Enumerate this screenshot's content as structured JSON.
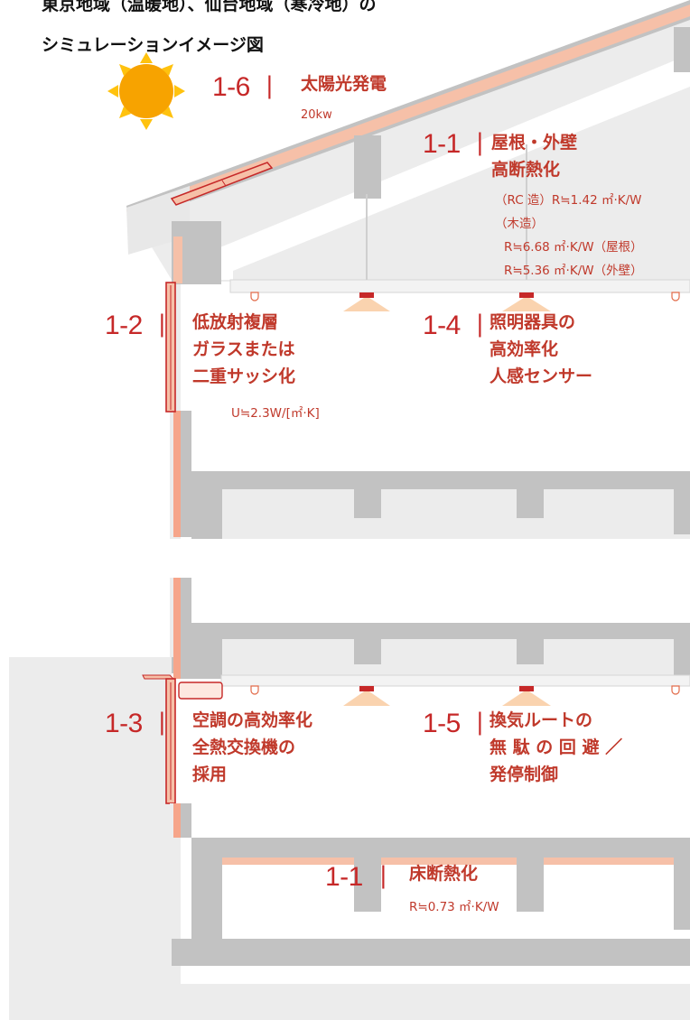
{
  "header": {
    "line1": "東京地域（温暖地）、仙台地域（寒冷地）の",
    "line2": "シミュレーションイメージ図"
  },
  "icons": {
    "sun": "sun-icon"
  },
  "colors": {
    "accent": "#c62828",
    "insulation": "#f6c0a8",
    "structure": "#c2c2c2",
    "wall_light": "#ececec",
    "light_glow": "#f5a623",
    "text_dark": "#111111"
  },
  "callouts": {
    "solar": {
      "number": "1-6",
      "bar": "|",
      "title": "太陽光発電",
      "detail": "20kw"
    },
    "roof": {
      "number": "1-1",
      "bar": "|",
      "title_line1": "屋根・外壁",
      "title_line2": "高断熱化",
      "detail": [
        "（RC 造）R≒1.42 ㎡·K/W",
        "（木造）",
        "R≒6.68 ㎡·K/W（屋根）",
        "R≒5.36 ㎡·K/W（外壁）"
      ]
    },
    "glass": {
      "number": "1-2",
      "bar": "|",
      "lines": [
        "低放射複層",
        "ガラスまたは",
        "二重サッシ化"
      ],
      "detail": "U≒2.3W/[㎡·K]"
    },
    "lighting": {
      "number": "1-4",
      "bar": "|",
      "lines": [
        "照明器具の",
        "高効率化",
        "人感センサー"
      ]
    },
    "hvac": {
      "number": "1-3",
      "bar": "|",
      "lines": [
        "空調の高効率化",
        "全熱交換機の",
        "採用"
      ]
    },
    "vent": {
      "number": "1-5",
      "bar": "|",
      "lines": [
        "換気ルートの",
        "無 駄 の 回 避 ／",
        "発停制御"
      ]
    },
    "floor": {
      "number": "1-1",
      "bar": "|",
      "title": "床断熱化",
      "detail": "R≒0.73 ㎡·K/W"
    }
  }
}
